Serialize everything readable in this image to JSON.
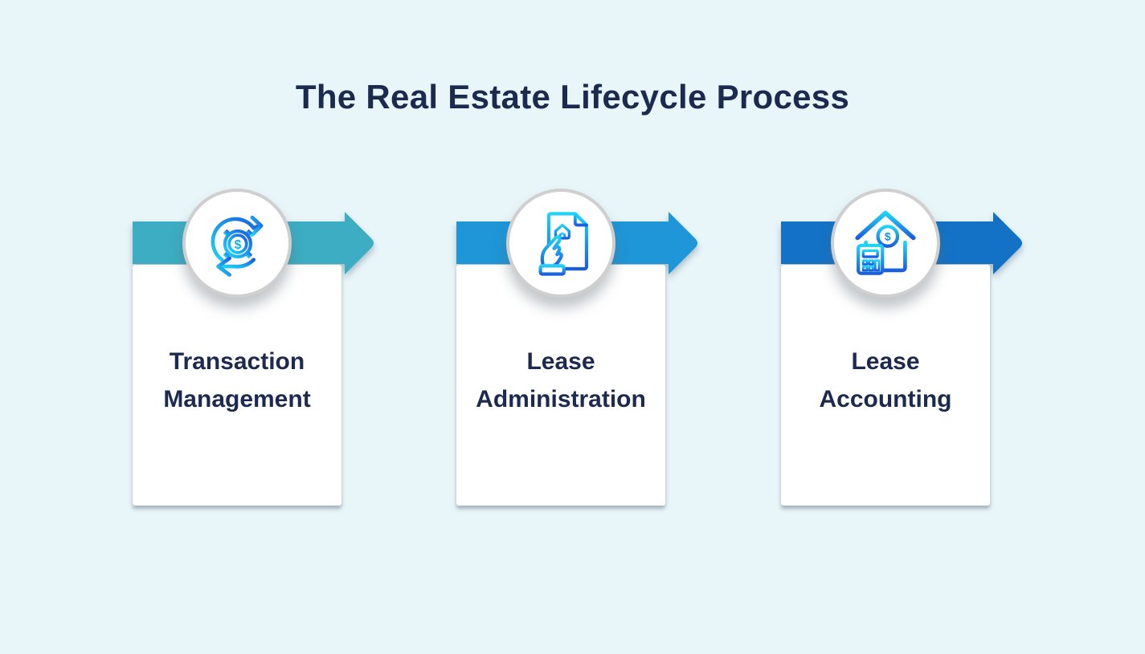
{
  "page": {
    "title": "The Real Estate Lifecycle Process",
    "background_color": "#e8f5f9",
    "text_color": "#1b2a4e",
    "card_color": "#ffffff",
    "badge_ring_color": "#cfcfcf"
  },
  "icon_gradient": {
    "cyan": "#1fd4f5",
    "blue": "#1a5ede"
  },
  "steps": [
    {
      "label": "Transaction\nManagement",
      "icon": "transaction-cycle-gear-icon",
      "arrow_color": "#3cadc2",
      "dollar": "$",
      "dollar_color": "#0db2ec"
    },
    {
      "label": "Lease\nAdministration",
      "icon": "hand-lease-document-icon",
      "arrow_color": "#1e96d8"
    },
    {
      "label": "Lease\nAccounting",
      "icon": "house-calculator-coin-icon",
      "arrow_color": "#1372c5",
      "dollar": "$",
      "dollar_color": "#1590de"
    }
  ]
}
